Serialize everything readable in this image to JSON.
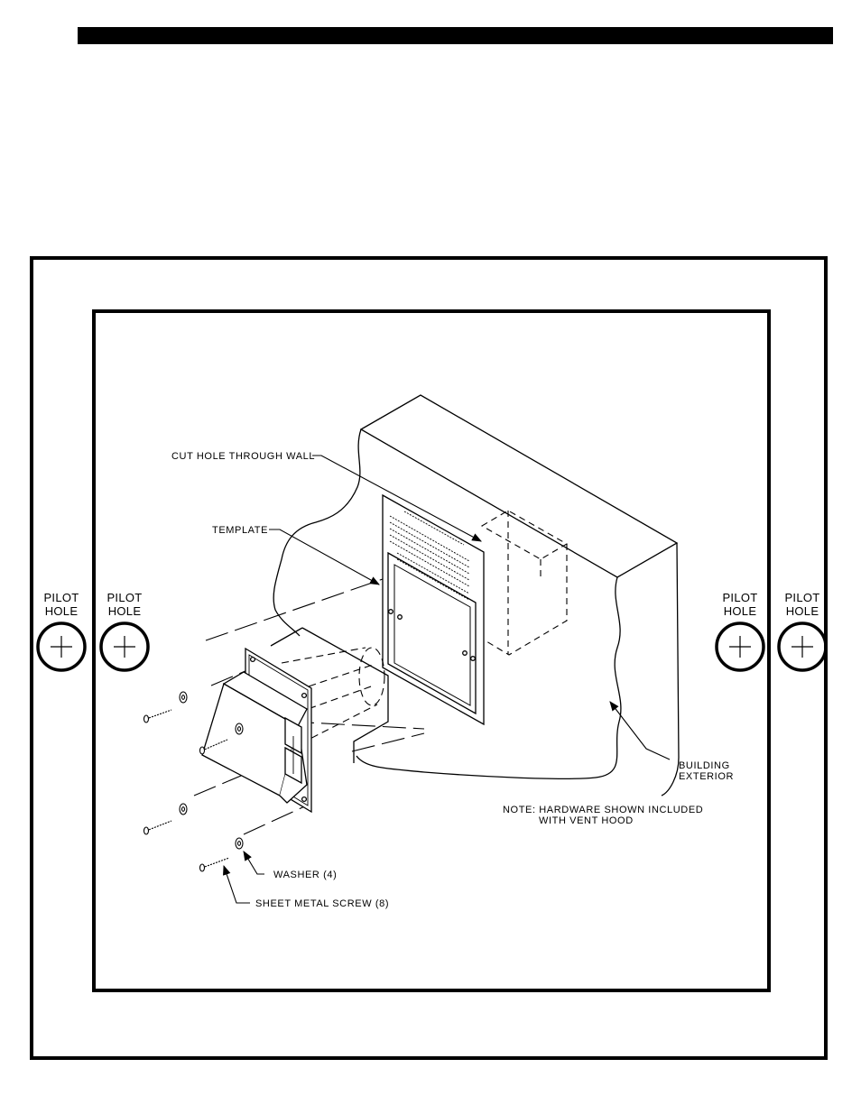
{
  "pilot_holes": [
    {
      "label": "PILOT\nHOLE"
    },
    {
      "label": "PILOT\nHOLE"
    },
    {
      "label": "PILOT\nHOLE"
    },
    {
      "label": "PILOT\nHOLE"
    }
  ],
  "callouts": {
    "cut_hole": "CUT HOLE THROUGH WALL",
    "template": "TEMPLATE",
    "building_line1": "BUILDING",
    "building_line2": "EXTERIOR",
    "note_line1": "NOTE: HARDWARE SHOWN INCLUDED",
    "note_line2": "WITH VENT HOOD",
    "washer": "WASHER (4)",
    "screw": "SHEET METAL SCREW (8)"
  }
}
